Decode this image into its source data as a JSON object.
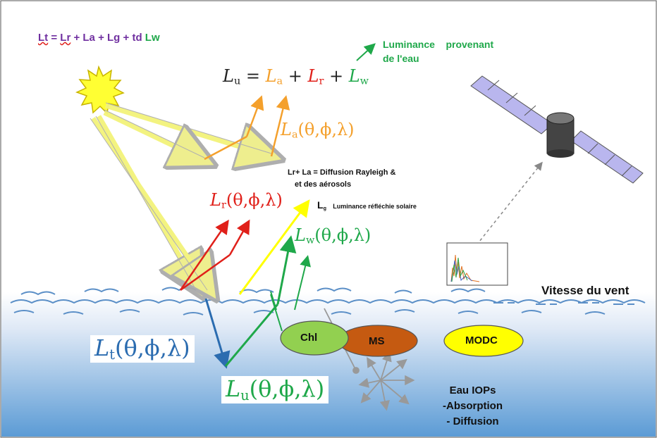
{
  "formula_main": {
    "lt": "Lt",
    "eq": " = ",
    "lr": "Lr",
    "p1": " + ",
    "la": "La",
    "p2": " + ",
    "lg": "Lg",
    "p3": " + ",
    "td": "td",
    "sp": " ",
    "lw": "Lw"
  },
  "formula_lu": {
    "L": "L",
    "u": "u",
    "eq": " = ",
    "la_L": "L",
    "la_s": "a",
    "p1": " + ",
    "lr_L": "L",
    "lr_s": "r",
    "p2": " + ",
    "lw_L": "L",
    "lw_s": "w"
  },
  "luminance_note": {
    "line1": "Luminance    provenant",
    "line2": "de l'eau"
  },
  "la_label": {
    "L": "L",
    "s": "a",
    "args": "(θ,ϕ,λ)"
  },
  "lr_label": {
    "L": "L",
    "s": "r",
    "args": "(θ,ϕ,λ)"
  },
  "lw_label": {
    "L": "L",
    "s": "w",
    "args": "(θ,ϕ,λ)"
  },
  "lt_label": {
    "L": "L",
    "s": "t",
    "args": "(θ,ϕ,λ)"
  },
  "lu_label": {
    "L": "L",
    "s": "u",
    "args": "(θ,ϕ,λ)"
  },
  "rayleigh_note": {
    "line1": "Lr+ La = Diffusion Rayleigh &",
    "line2": "et des aérosols"
  },
  "lg_note": {
    "L": "L",
    "s": "g",
    "text": "Luminance réfléchie solaire"
  },
  "wind_label": "Vitesse du vent",
  "constituents": [
    "Chl",
    "MS",
    "MODC"
  ],
  "iops": {
    "line1": "Eau IOPs",
    "line2": "-Absorption",
    "line3": "- Diffusion"
  },
  "colors": {
    "total": "#7030a0",
    "aerosol": "#f4a02c",
    "rayleigh": "#e0201a",
    "water": "#1fa84a",
    "glint": "#ffff00",
    "transmitted": "#2b6cb0",
    "sun": "#ffff33",
    "chl": "#92d050",
    "ms": "#c55a11",
    "modc": "#ffff00",
    "sea_top": "#ffffff",
    "sea_bottom": "#5b9bd5"
  },
  "icons": [
    "sun-icon",
    "satellite-icon",
    "spectrum-plot-icon"
  ]
}
